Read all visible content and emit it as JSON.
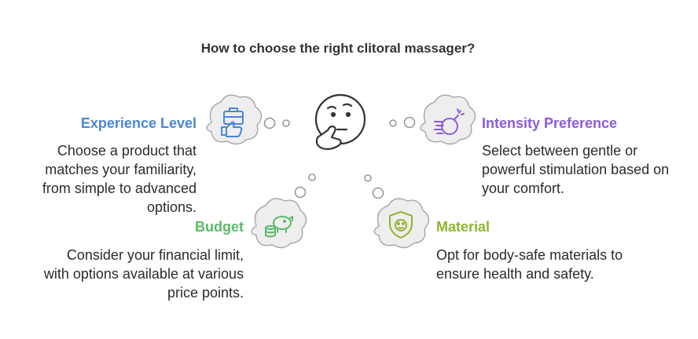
{
  "title": "How to choose the right clitoral massager?",
  "colors": {
    "experience": "#4a86d8",
    "intensity": "#8a5cdc",
    "budget": "#5cba6a",
    "material": "#8fb52e",
    "bubble_fill": "#eeeeee",
    "bubble_stroke": "#aaaaaa"
  },
  "items": {
    "experience": {
      "heading": "Experience Level",
      "description": "Choose a product that matches your familiarity, from simple to advanced options.",
      "icon": "briefcase-thumbs-up-icon"
    },
    "intensity": {
      "heading": "Intensity Preference",
      "description": "Select between gentle or powerful stimulation based on your comfort.",
      "icon": "bomb-icon"
    },
    "budget": {
      "heading": "Budget",
      "description": "Consider your financial limit, with options available at various price points.",
      "icon": "piggy-bank-icon"
    },
    "material": {
      "heading": "Material",
      "description": "Opt for body-safe materials to ensure health and safety.",
      "icon": "shield-smile-icon"
    }
  },
  "center_icon": "thinking-face-icon"
}
